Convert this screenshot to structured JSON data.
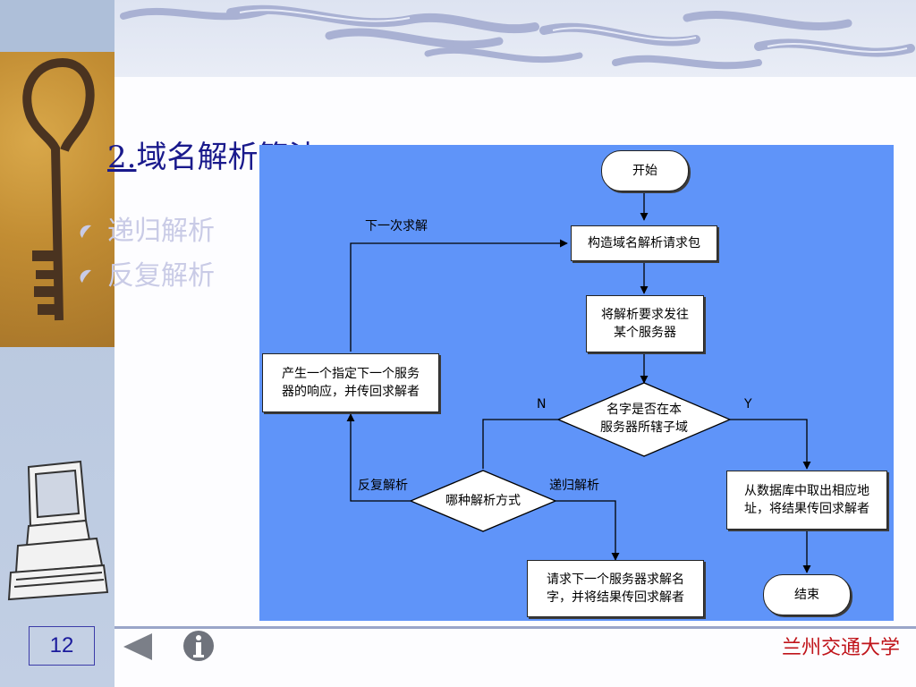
{
  "slide": {
    "title_number": "2.",
    "title_text": "域名解析算法",
    "bullets": [
      "递归解析",
      "反复解析"
    ],
    "page_number": "12",
    "university": "兰州交通大学"
  },
  "flowchart": {
    "start": "开始",
    "build_request": "构造域名解析请求包",
    "send_line1": "将解析要求发往",
    "send_line2": "某个服务器",
    "decision_line1": "名字是否在本",
    "decision_line2": "服务器所辖子域",
    "label_n": "N",
    "label_y": "Y",
    "method_decision": "哪种解析方式",
    "label_iterative": "反复解析",
    "label_recursive": "递归解析",
    "produce_line1": "产生一个指定下一个服务",
    "produce_line2": "器的响应，并传回求解者",
    "label_next": "下一次求解",
    "fetch_line1": "从数据库中取出相应地",
    "fetch_line2": "址，将结果传回求解者",
    "request_line1": "请求下一个服务器求解名",
    "request_line2": "字，并将结果传回求解者",
    "end": "结束"
  },
  "colors": {
    "flow_panel": "#5f94f9",
    "title": "#1a1a8c",
    "university": "#c0141a"
  },
  "icons": {
    "back": "triangle-left-icon",
    "info": "info-icon"
  }
}
